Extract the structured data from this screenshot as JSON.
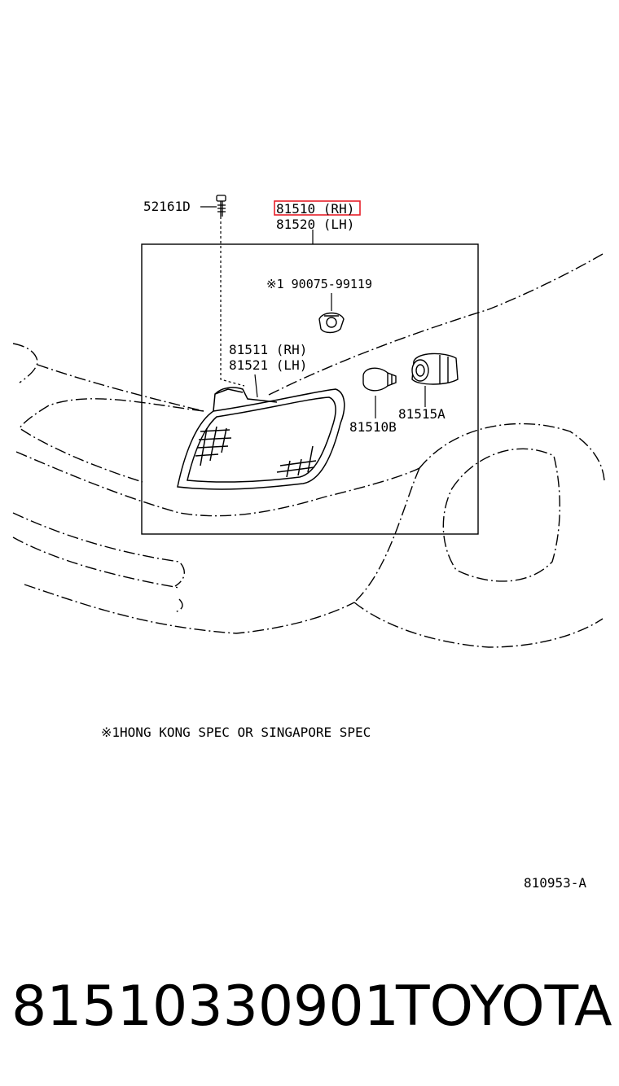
{
  "labels": {
    "screw": "52161D",
    "lamp_rh": "81510 (RH)",
    "lamp_lh": "81520 (LH)",
    "socket_note": "※1 90075-99119",
    "lens_rh": "81511 (RH)",
    "lens_lh": "81521 (LH)",
    "bulb": "81510B",
    "socket": "81515A"
  },
  "footnote": "※1HONG KONG SPEC OR SINGAPORE SPEC",
  "figure_code": "810953-A",
  "footer": {
    "part_number": "81510330901",
    "brand": "TOYOTA"
  },
  "highlight_color": "#e8202a"
}
